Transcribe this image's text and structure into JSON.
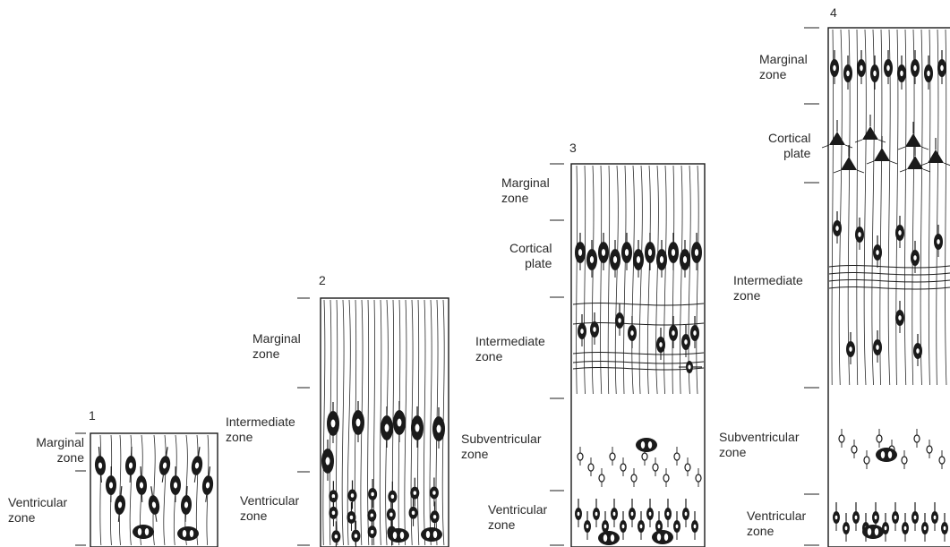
{
  "stages": [
    {
      "number": "1",
      "zones": [
        "Marginal\nzone",
        "Ventricular\nzone"
      ]
    },
    {
      "number": "2",
      "zones": [
        "Marginal\nzone",
        "Intermediate\nzone",
        "Ventricular\nzone"
      ]
    },
    {
      "number": "3",
      "zones": [
        "Marginal\nzone",
        "Cortical\nplate",
        "Intermediate\nzone",
        "Subventricular\nzone",
        "Ventricular\nzone"
      ]
    },
    {
      "number": "4",
      "zones": [
        "Marginal\nzone",
        "Cortical\nplate",
        "Intermediate\nzone",
        "Subventricular\nzone",
        "Ventricular\nzone"
      ]
    }
  ]
}
